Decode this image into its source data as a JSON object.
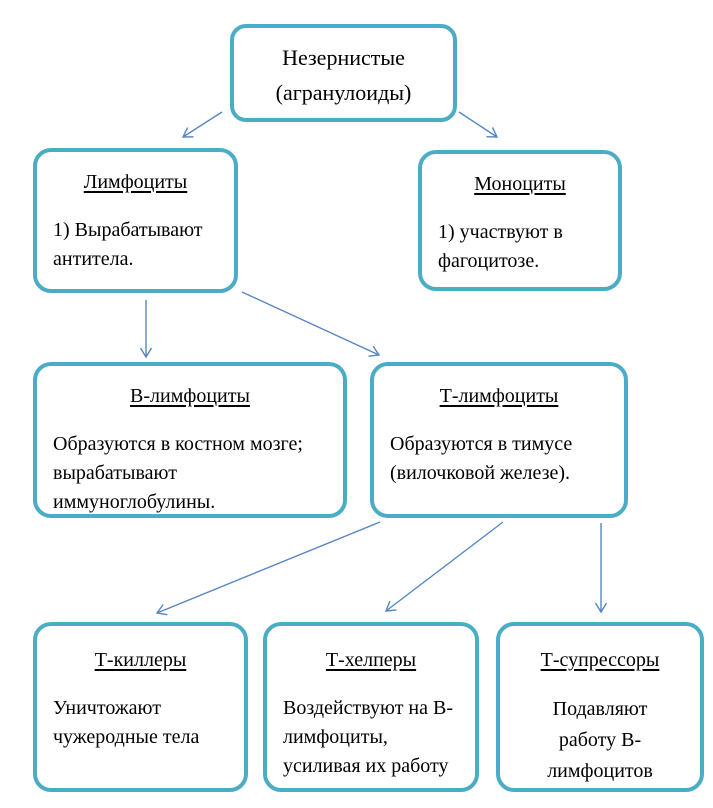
{
  "diagram": {
    "colors": {
      "box_border": "#4BACC6",
      "box_fill": "#FFFFFF",
      "arrow": "#5585C2",
      "text": "#000000"
    },
    "nodes": {
      "agranulocytes": {
        "title": "Незернистые (агранулоиды)"
      },
      "lymphocytes": {
        "title": "Лимфоциты",
        "body": "1) Вырабатывают антитела."
      },
      "monocytes": {
        "title": "Моноциты",
        "body": "1) участвуют в фагоцитозе."
      },
      "b_lymphocytes": {
        "title": "В-лимфоциты",
        "body": "Образуются в костном мозге; вырабатывают иммуноглобулины."
      },
      "t_lymphocytes": {
        "title": "Т-лимфоциты",
        "body": "Образуются в тимусе (вилочковой  железе)."
      },
      "t_killers": {
        "title": "Т-киллеры",
        "body": "Уничтожают чужеродные тела"
      },
      "t_helpers": {
        "title": "Т-хелперы",
        "body": "Воздействуют на В-лимфоциты, усиливая их работу"
      },
      "t_suppressors": {
        "title": "Т-супрессоры",
        "body": "Подавляют работу В-лимфоцитов"
      }
    },
    "edges": [
      {
        "from": "agranulocytes",
        "to": "lymphocytes"
      },
      {
        "from": "agranulocytes",
        "to": "monocytes"
      },
      {
        "from": "lymphocytes",
        "to": "b_lymphocytes"
      },
      {
        "from": "lymphocytes",
        "to": "t_lymphocytes"
      },
      {
        "from": "t_lymphocytes",
        "to": "t_killers"
      },
      {
        "from": "t_lymphocytes",
        "to": "t_helpers"
      },
      {
        "from": "t_lymphocytes",
        "to": "t_suppressors"
      }
    ]
  }
}
